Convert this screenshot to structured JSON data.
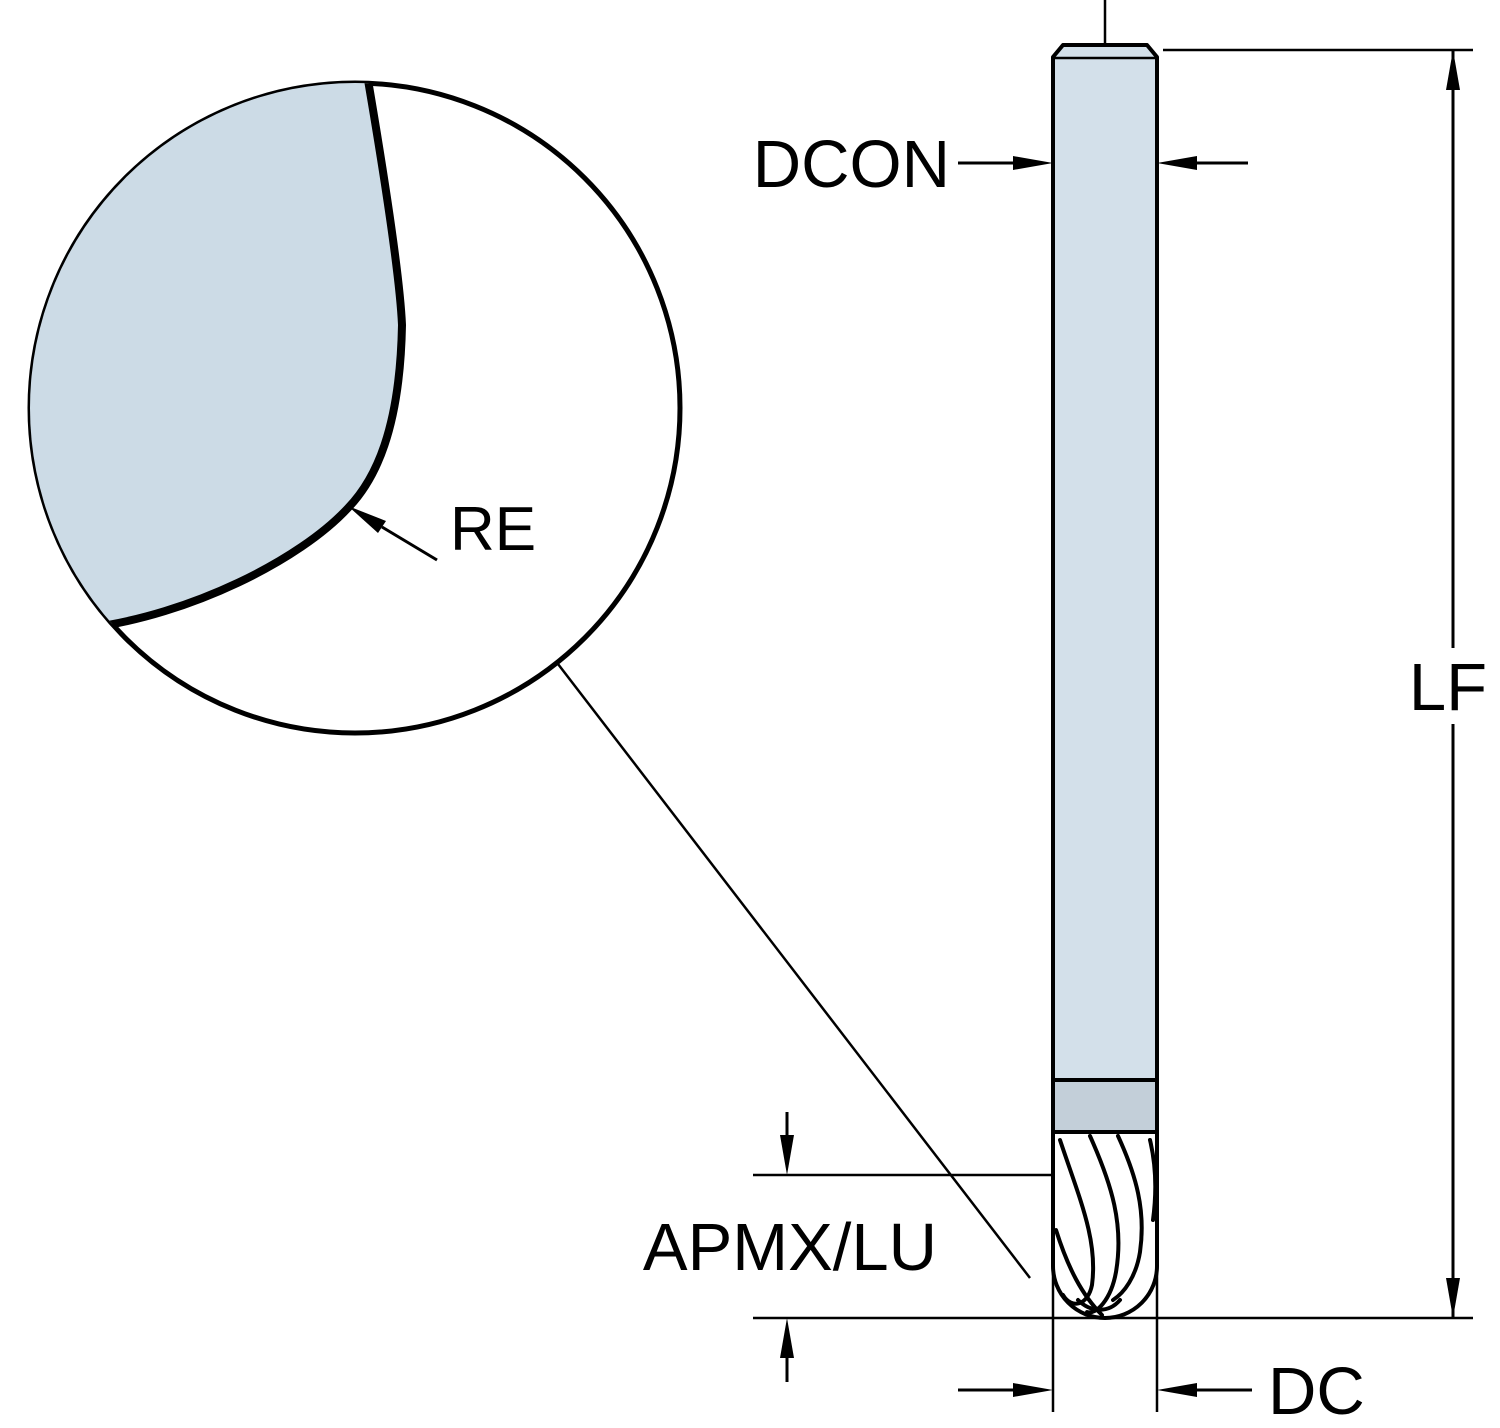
{
  "diagram": {
    "labels": {
      "re": "RE",
      "dcon": "DCON",
      "lf": "LF",
      "apmx_lu": "APMX/LU",
      "dc": "DC"
    },
    "colors": {
      "background": "#ffffff",
      "line": "#000000",
      "shank_fill": "#d3e0ea",
      "neck_fill": "#c3cfd9",
      "detail_fill": "#ccdbe6"
    }
  }
}
